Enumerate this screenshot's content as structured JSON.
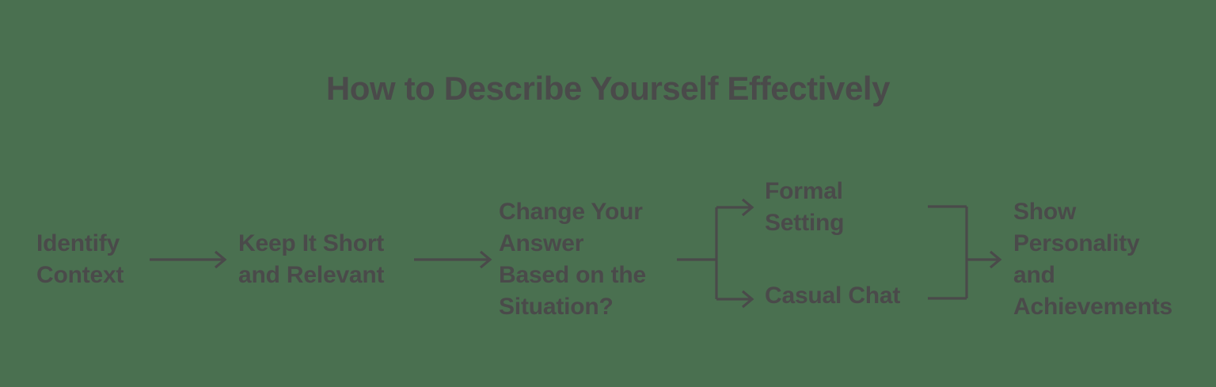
{
  "diagram": {
    "title": "How to Describe Yourself Effectively",
    "background_color": "#4a7050",
    "ink_color": "#4a4a4a",
    "type": "flowchart",
    "nodes": [
      {
        "id": "identify-context",
        "label": "Identify\nContext"
      },
      {
        "id": "keep-short",
        "label": "Keep It Short\nand Relevant"
      },
      {
        "id": "change-answer",
        "label": "Change Your\nAnswer\nBased on the\nSituation?"
      },
      {
        "id": "formal-setting",
        "label": "Formal\nSetting"
      },
      {
        "id": "casual-chat",
        "label": "Casual Chat"
      },
      {
        "id": "show-personality",
        "label": "Show\nPersonality\nand\nAchievements"
      }
    ],
    "connectors": [
      {
        "id": "arrow-1",
        "from": "identify-context",
        "to": "keep-short",
        "kind": "arrow"
      },
      {
        "id": "arrow-2",
        "from": "keep-short",
        "to": "change-answer",
        "kind": "arrow"
      },
      {
        "id": "stub-3",
        "from": "change-answer",
        "to": "split",
        "kind": "line"
      },
      {
        "id": "branch-formal",
        "from": "split",
        "to": "formal-setting",
        "kind": "arrow"
      },
      {
        "id": "branch-casual",
        "from": "split",
        "to": "casual-chat",
        "kind": "arrow"
      },
      {
        "id": "merge-formal",
        "from": "formal-setting",
        "to": "merge",
        "kind": "line"
      },
      {
        "id": "merge-casual",
        "from": "casual-chat",
        "to": "merge",
        "kind": "line"
      },
      {
        "id": "arrow-final",
        "from": "merge",
        "to": "show-personality",
        "kind": "arrow"
      }
    ]
  }
}
